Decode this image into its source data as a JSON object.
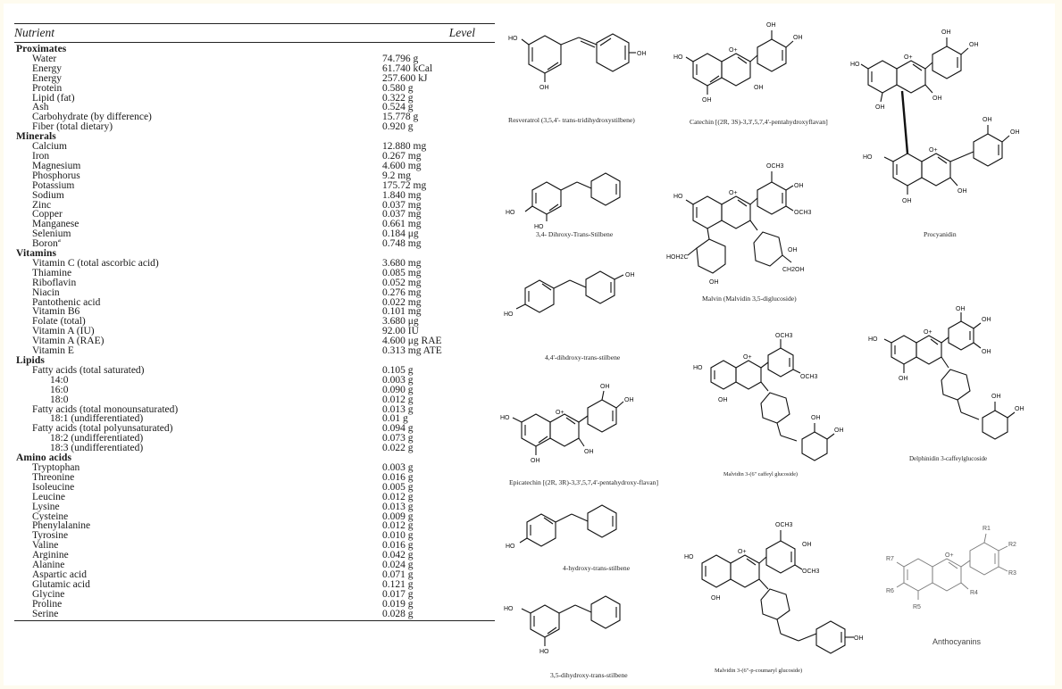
{
  "table": {
    "headers": {
      "nutrient": "Nutrient",
      "level": "Level"
    },
    "rows": [
      {
        "name": "Proximates",
        "value": "",
        "level": 0
      },
      {
        "name": "Water",
        "value": "74.796 g",
        "level": 1
      },
      {
        "name": "Energy",
        "value": "61.740 kCal",
        "level": 1
      },
      {
        "name": "Energy",
        "value": "257.600 kJ",
        "level": 1
      },
      {
        "name": "Protein",
        "value": "0.580 g",
        "level": 1
      },
      {
        "name": "Lipid (fat)",
        "value": "0.322 g",
        "level": 1
      },
      {
        "name": "Ash",
        "value": "0.524 g",
        "level": 1
      },
      {
        "name": "Carbohydrate (by difference)",
        "value": "15.778 g",
        "level": 1
      },
      {
        "name": "Fiber (total dietary)",
        "value": "0.920 g",
        "level": 1
      },
      {
        "name": "Minerals",
        "value": "",
        "level": 0
      },
      {
        "name": "Calcium",
        "value": "12.880 mg",
        "level": 1
      },
      {
        "name": "Iron",
        "value": "0.267 mg",
        "level": 1
      },
      {
        "name": "Magnesium",
        "value": "4.600 mg",
        "level": 1
      },
      {
        "name": "Phosphorus",
        "value": "9.2 mg",
        "level": 1
      },
      {
        "name": "Potassium",
        "value": "175.72 mg",
        "level": 1
      },
      {
        "name": "Sodium",
        "value": "1.840 mg",
        "level": 1
      },
      {
        "name": "Zinc",
        "value": "0.037 mg",
        "level": 1
      },
      {
        "name": "Copper",
        "value": "0.037 mg",
        "level": 1
      },
      {
        "name": "Manganese",
        "value": "0.661 mg",
        "level": 1
      },
      {
        "name": "Selenium",
        "value": "0.184 μg",
        "level": 1
      },
      {
        "name": "Boron",
        "value": "0.748 mg",
        "level": 1,
        "sup": "a"
      },
      {
        "name": "Vitamins",
        "value": "",
        "level": 0
      },
      {
        "name": "Vitamin C (total ascorbic acid)",
        "value": "3.680 mg",
        "level": 1
      },
      {
        "name": "Thiamine",
        "value": "0.085 mg",
        "level": 1
      },
      {
        "name": "Riboflavin",
        "value": "0.052 mg",
        "level": 1
      },
      {
        "name": "Niacin",
        "value": "0.276 mg",
        "level": 1
      },
      {
        "name": "Pantothenic acid",
        "value": "0.022 mg",
        "level": 1
      },
      {
        "name": "Vitamin B6",
        "value": "0.101 mg",
        "level": 1
      },
      {
        "name": "Folate (total)",
        "value": "3.680 μg",
        "level": 1
      },
      {
        "name": "Vitamin A (IU)",
        "value": "92.00 IU",
        "level": 1
      },
      {
        "name": "Vitamin A (RAE)",
        "value": "4.600 μg RAE",
        "level": 1
      },
      {
        "name": "Vitamin E",
        "value": "0.313 mg ATE",
        "level": 1
      },
      {
        "name": "Lipids",
        "value": "",
        "level": 0
      },
      {
        "name": "Fatty acids (total saturated)",
        "value": "0.105 g",
        "level": 1
      },
      {
        "name": "14:0",
        "value": "0.003 g",
        "level": 2
      },
      {
        "name": "16:0",
        "value": "0.090 g",
        "level": 2
      },
      {
        "name": "18:0",
        "value": "0.012 g",
        "level": 2
      },
      {
        "name": "Fatty acids (total monounsaturated)",
        "value": "0.013 g",
        "level": 1
      },
      {
        "name": "18:1 (undifferentiated)",
        "value": "0.01 g",
        "level": 2
      },
      {
        "name": "Fatty acids (total polyunsaturated)",
        "value": "0.094 g",
        "level": 1
      },
      {
        "name": "18:2 (undifferentiated)",
        "value": "0.073 g",
        "level": 2
      },
      {
        "name": "18:3 (undifferentiated)",
        "value": "0.022 g",
        "level": 2
      },
      {
        "name": "Amino acids",
        "value": "",
        "level": 0
      },
      {
        "name": "Tryptophan",
        "value": "0.003 g",
        "level": 1
      },
      {
        "name": "Threonine",
        "value": "0.016 g",
        "level": 1
      },
      {
        "name": "Isoleucine",
        "value": "0.005 g",
        "level": 1
      },
      {
        "name": "Leucine",
        "value": "0.012 g",
        "level": 1
      },
      {
        "name": "Lysine",
        "value": "0.013 g",
        "level": 1
      },
      {
        "name": "Cysteine",
        "value": "0.009 g",
        "level": 1
      },
      {
        "name": "Phenylalanine",
        "value": "0.012 g",
        "level": 1
      },
      {
        "name": "Tyrosine",
        "value": "0.010 g",
        "level": 1
      },
      {
        "name": "Valine",
        "value": "0.016 g",
        "level": 1
      },
      {
        "name": "Arginine",
        "value": "0.042 g",
        "level": 1
      },
      {
        "name": "Alanine",
        "value": "0.024 g",
        "level": 1
      },
      {
        "name": "Aspartic acid",
        "value": "0.071 g",
        "level": 1
      },
      {
        "name": "Glutamic acid",
        "value": "0.121 g",
        "level": 1
      },
      {
        "name": "Glycine",
        "value": "0.017 g",
        "level": 1
      },
      {
        "name": "Proline",
        "value": "0.019 g",
        "level": 1
      },
      {
        "name": "Serine",
        "value": "0.028 g",
        "level": 1
      }
    ]
  },
  "structures": {
    "resveratrol": {
      "caption": "Resveratrol (3,5,4'- trans-tridihydroxystilbene)"
    },
    "catechin": {
      "caption": "Catechin [(2R, 3S)-3,3',5,7,4'-pentahydroxyflavan]"
    },
    "procyanidin": {
      "caption": "Procyanidin"
    },
    "dihydroxy_34": {
      "caption": "3,4- Dihroxy-Trans-Stilbene"
    },
    "malvin": {
      "caption": "Malvin (Malvidin 3,5-diglucoside)"
    },
    "dihydroxy_44": {
      "caption": "4,4'-dihdroxy-trans-stilbene"
    },
    "epicatechin": {
      "caption": "Epicatechin [(2R, 3R)-3,3',5,7,4'-pentahydroxy-flavan]"
    },
    "malvidin_caffeyl": {
      "caption": "Malvidin 3-(6\" caffeyl glucoside)"
    },
    "delphinidin": {
      "caption": "Delphinidin 3-caffeylglucoside"
    },
    "hydroxy_4": {
      "caption": "4-hydroxy-trans-stilbene"
    },
    "dihydroxy_35": {
      "caption": "3,5-dihydroxy-trans-stilbene"
    },
    "malvidin_coumaryl": {
      "caption": "Malvidin 3-(6\"-p-coumaryl glucoside)"
    },
    "anthocyanins": {
      "caption": "Anthocyanins"
    }
  },
  "atom_labels": {
    "oh": "OH",
    "ho": "HO",
    "o_plus": "O+",
    "och3": "OCH3",
    "ch2oh": "CH2OH",
    "hoh2c": "HOH2C",
    "r1": "R1",
    "r2": "R2",
    "r3": "R3",
    "r4": "R4",
    "r5": "R5",
    "r6": "R6",
    "r7": "R7"
  }
}
